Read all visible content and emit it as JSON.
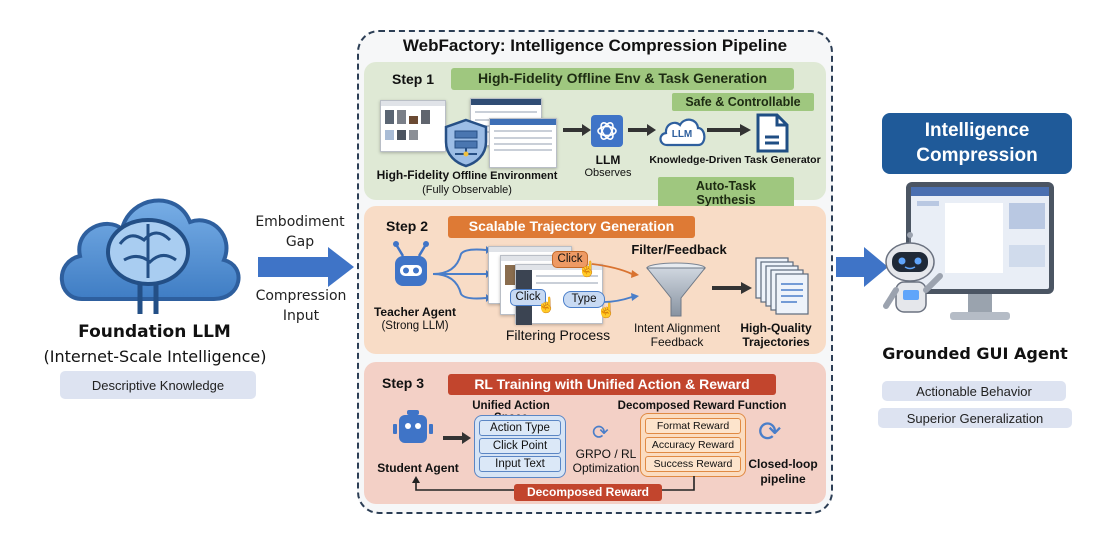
{
  "left": {
    "title": "Foundation LLM",
    "subtitle": "(Internet-Scale Intelligence)",
    "tag": "Descriptive Knowledge",
    "icon": "cloud-brain-icon"
  },
  "left_arrow": {
    "top_label_line1": "Embodiment",
    "top_label_line2": "Gap",
    "bottom_label_line1": "Compression",
    "bottom_label_line2": "Input"
  },
  "pipeline": {
    "title": "WebFactory: Intelligence Compression Pipeline",
    "step1": {
      "label": "Step 1",
      "banner": "High-Fidelity Offline Env & Task Generation",
      "env_label_bold": "High-Fidelity",
      "env_label_rest": " Offline Environment",
      "env_sub": "(Fully Observable)",
      "llm_label": "LLM",
      "llm_sub": "Observes",
      "cloud_text": "LLM",
      "generator_label": "Knowledge-Driven Task Generator",
      "tag_top": "Safe & Controllable",
      "tag_bottom": "Auto-Task Synthesis"
    },
    "step2": {
      "label": "Step 2",
      "banner": "Scalable Trajectory Generation",
      "teacher_label": "Teacher Agent",
      "teacher_sub": "(Strong LLM)",
      "click1": "Click",
      "click2": "Click",
      "type": "Type",
      "process_label": "Filtering Process",
      "filter_title": "Filter/Feedback",
      "filter_sub1": "Intent Alignment",
      "filter_sub2": "Feedback",
      "output_line1": "High-Quality",
      "output_line2": "Trajectories"
    },
    "step3": {
      "label": "Step 3",
      "banner": "RL Training with Unified Action & Reward",
      "student_label": "Student Agent",
      "action_space_title": "Unified Action Space",
      "actions": [
        "Action Type",
        "Click Point",
        "Input Text"
      ],
      "optim_line1": "GRPO / RL",
      "optim_line2": "Optimization",
      "reward_title": "Decomposed Reward Function",
      "rewards": [
        "Format Reward",
        "Accuracy Reward",
        "Success Reward"
      ],
      "loop_line1": "Closed-loop",
      "loop_line2": "pipeline",
      "feedback_banner": "Decomposed Reward"
    }
  },
  "right": {
    "header_line1": "Intelligence",
    "header_line2": "Compression",
    "title": "Grounded GUI Agent",
    "tags": [
      "Actionable Behavior",
      "Superior Generalization"
    ]
  },
  "colors": {
    "accent_blue": "#1f5a99",
    "arrow_blue": "#3f74c7",
    "step1_bg": "#dfe9d5",
    "step2_bg": "#f8dcc6",
    "step3_bg": "#f3d0c6",
    "green_banner": "#9fc77f",
    "orange_banner": "#de7a35",
    "red_banner": "#c2452d"
  }
}
